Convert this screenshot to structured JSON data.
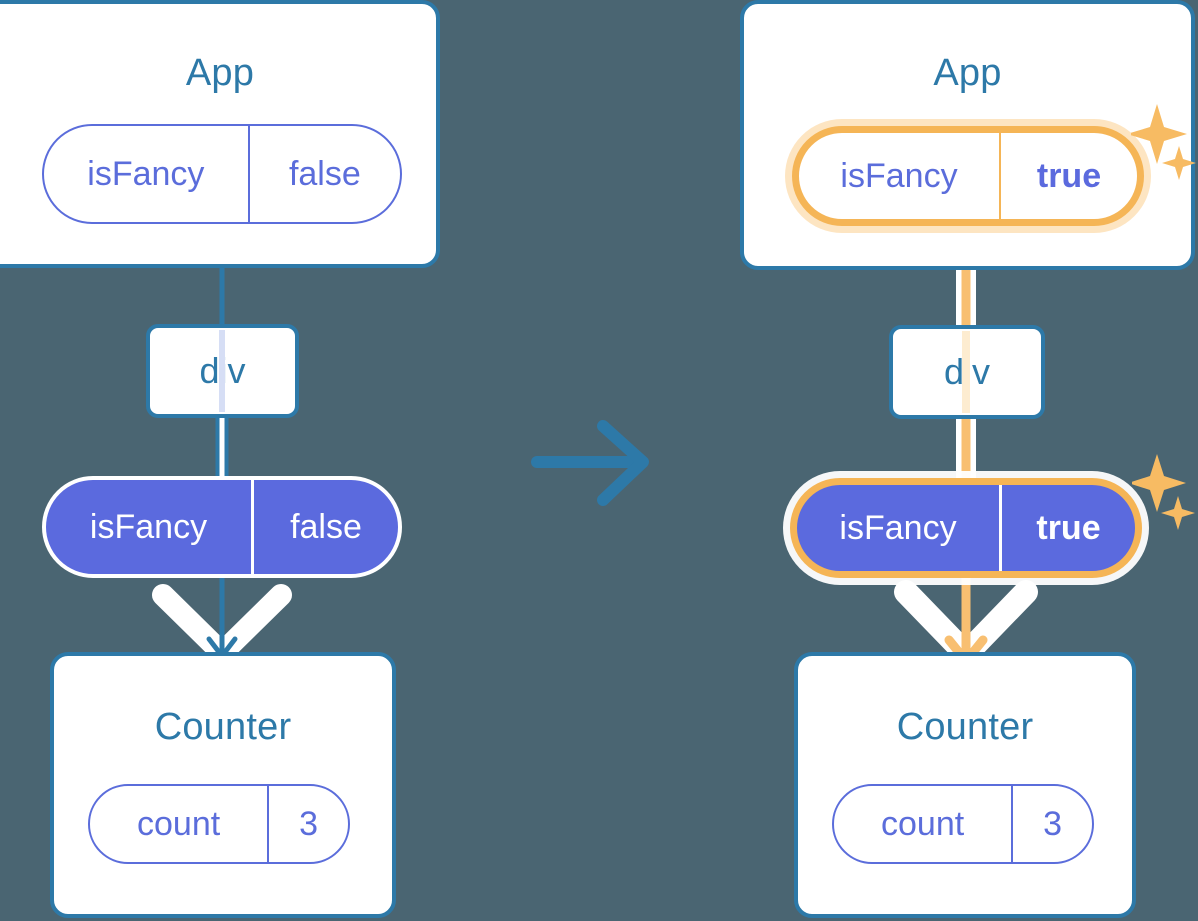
{
  "palette": {
    "background": "#4a6572",
    "card_border": "#2d79a8",
    "title_text": "#2d79a8",
    "pill_purple": "#5b6ade",
    "pill_outline": "#5b6ddb",
    "highlight_orange": "#f5b556",
    "highlight_glow": "#fad9a6",
    "white": "#ffffff"
  },
  "transition_arrow": {
    "icon": "arrow-right-icon",
    "color": "#2d79a8"
  },
  "before": {
    "app": {
      "title": "App",
      "state": {
        "name": "isFancy",
        "value": "false",
        "highlighted": false
      }
    },
    "div": {
      "label": "div"
    },
    "prop": {
      "name": "isFancy",
      "value": "false",
      "highlighted": false
    },
    "counter": {
      "title": "Counter",
      "state": {
        "name": "count",
        "value": "3",
        "highlighted": false
      }
    },
    "flow_color": "#2d79a8"
  },
  "after": {
    "app": {
      "title": "App",
      "state": {
        "name": "isFancy",
        "value": "true",
        "highlighted": true
      }
    },
    "div": {
      "label": "div"
    },
    "prop": {
      "name": "isFancy",
      "value": "true",
      "highlighted": true
    },
    "counter": {
      "title": "Counter",
      "state": {
        "name": "count",
        "value": "3",
        "highlighted": false
      }
    },
    "flow_color": "#f5b556",
    "sparkle_icon": "sparkle-icon"
  }
}
